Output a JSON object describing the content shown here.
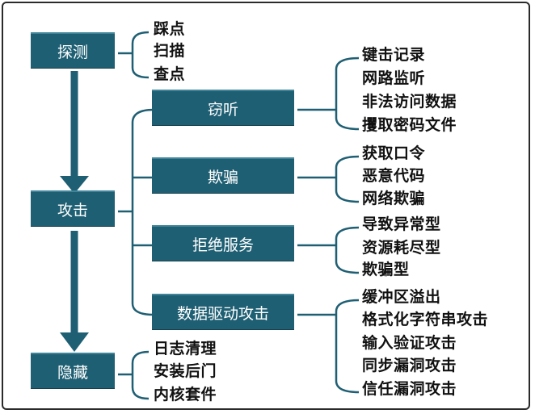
{
  "stages": {
    "probe": {
      "label": "探测",
      "items": [
        "踩点",
        "扫描",
        "查点"
      ]
    },
    "attack": {
      "label": "攻击",
      "categories": [
        {
          "label": "窃听",
          "items": [
            "键击记录",
            "网路监听",
            "非法访问数据",
            "攫取密码文件"
          ]
        },
        {
          "label": "欺骗",
          "items": [
            "获取口令",
            "恶意代码",
            "网络欺骗"
          ]
        },
        {
          "label": "拒绝服务",
          "items": [
            "导致异常型",
            "资源耗尽型",
            "欺骗型"
          ]
        },
        {
          "label": "数据驱动攻击",
          "items": [
            "缓冲区溢出",
            "格式化字符串攻击",
            "输入验证攻击",
            "同步漏洞攻击",
            "信任漏洞攻击"
          ]
        }
      ]
    },
    "hide": {
      "label": "隐藏",
      "items": [
        "日志清理",
        "安装后门",
        "内核套件"
      ]
    }
  },
  "colors": {
    "box": "#1f5f73",
    "line": "#1f5f73",
    "text": "#111111"
  }
}
